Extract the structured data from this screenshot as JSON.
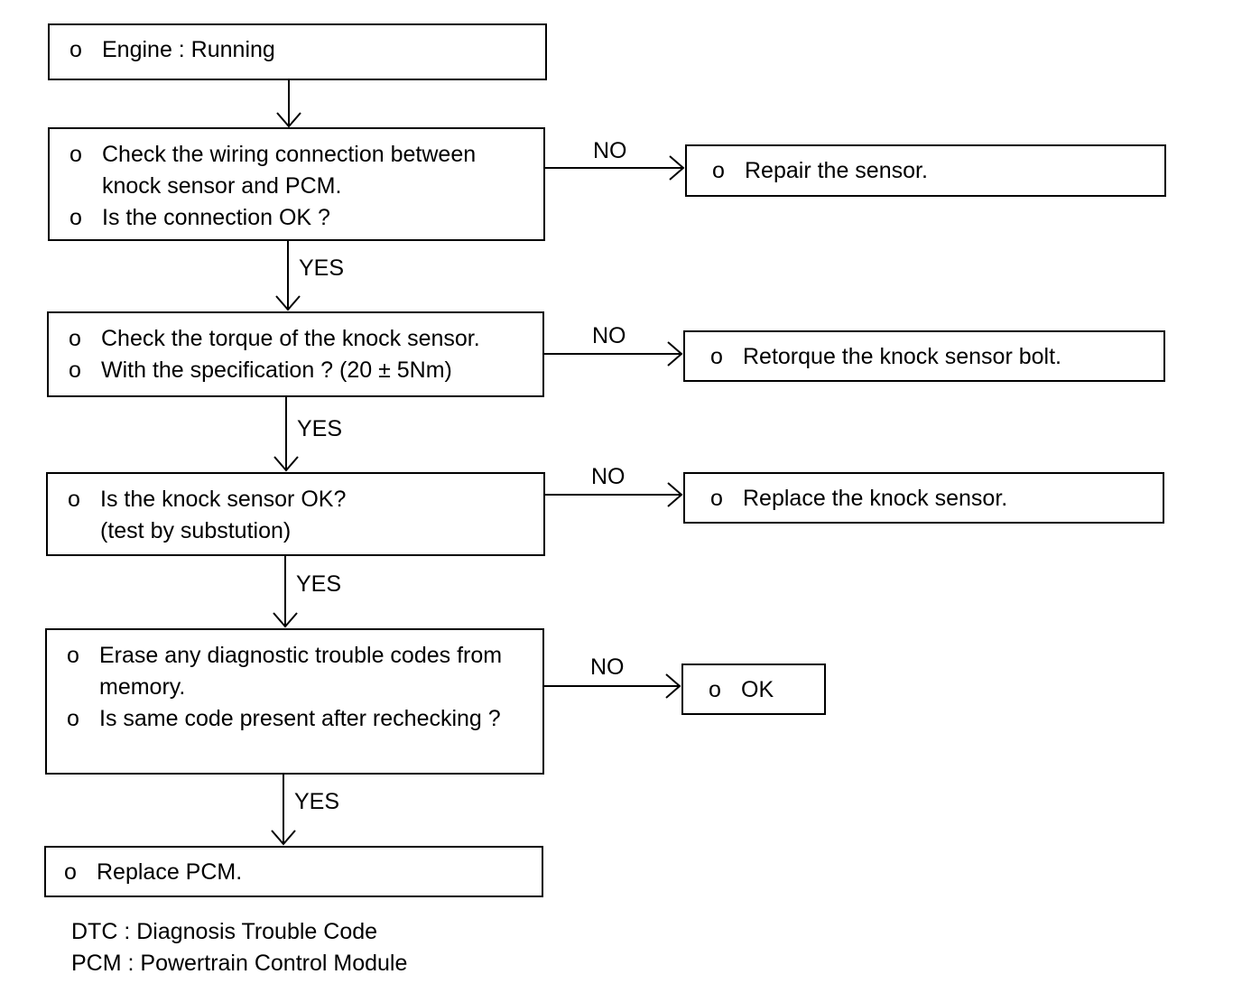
{
  "bullet": "o",
  "steps": [
    {
      "lines": [
        "Engine : Running"
      ]
    },
    {
      "lines": [
        "Check the wiring connection between",
        "knock sensor and PCM.",
        "Is the connection OK ?"
      ]
    },
    {
      "lines": [
        "Check the torque of the knock sensor.",
        "With the specification ? (20 ± 5Nm)"
      ]
    },
    {
      "lines": [
        "Is the knock sensor OK?",
        "(test by substution)"
      ]
    },
    {
      "lines": [
        "Erase any diagnostic trouble codes from",
        "memory.",
        "Is same code present after rechecking ?"
      ]
    },
    {
      "lines": [
        "Replace PCM."
      ]
    }
  ],
  "outcomes": [
    {
      "lines": [
        "Repair the sensor."
      ]
    },
    {
      "lines": [
        "Retorque the knock sensor bolt."
      ]
    },
    {
      "lines": [
        "Replace the knock sensor."
      ]
    },
    {
      "lines": [
        "OK"
      ]
    }
  ],
  "edge_labels": {
    "yes": "YES",
    "no": "NO"
  },
  "legend": [
    "DTC : Diagnosis Trouble Code",
    "PCM : Powertrain Control Module"
  ]
}
